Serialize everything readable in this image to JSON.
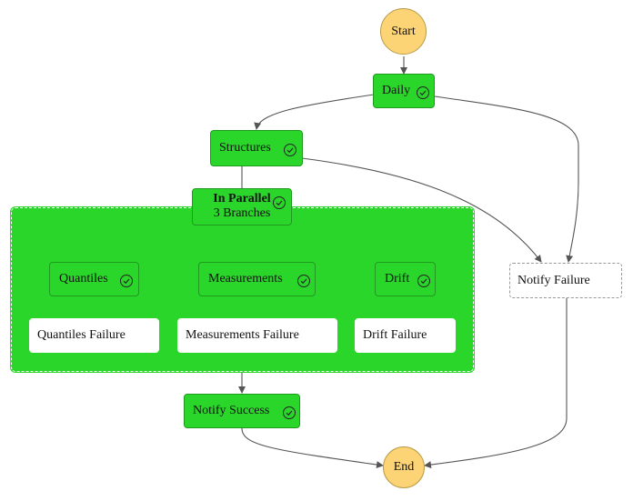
{
  "nodes": {
    "start": "Start",
    "daily": "Daily",
    "structures": "Structures",
    "parallel_title": "In Parallel",
    "parallel_sub": "3 Branches",
    "quantiles": "Quantiles",
    "measurements": "Measurements",
    "drift": "Drift",
    "quantiles_failure": "Quantiles Failure",
    "measurements_failure": "Measurements Failure",
    "drift_failure": "Drift Failure",
    "notify_failure": "Notify Failure",
    "notify_success": "Notify Success",
    "end": "End"
  },
  "colors": {
    "succeeded": "#2bd62b",
    "terminal": "#fdd475",
    "edge": "#555555",
    "not_run": "#ffffff"
  },
  "icons": {
    "status": "check-circle-icon"
  }
}
